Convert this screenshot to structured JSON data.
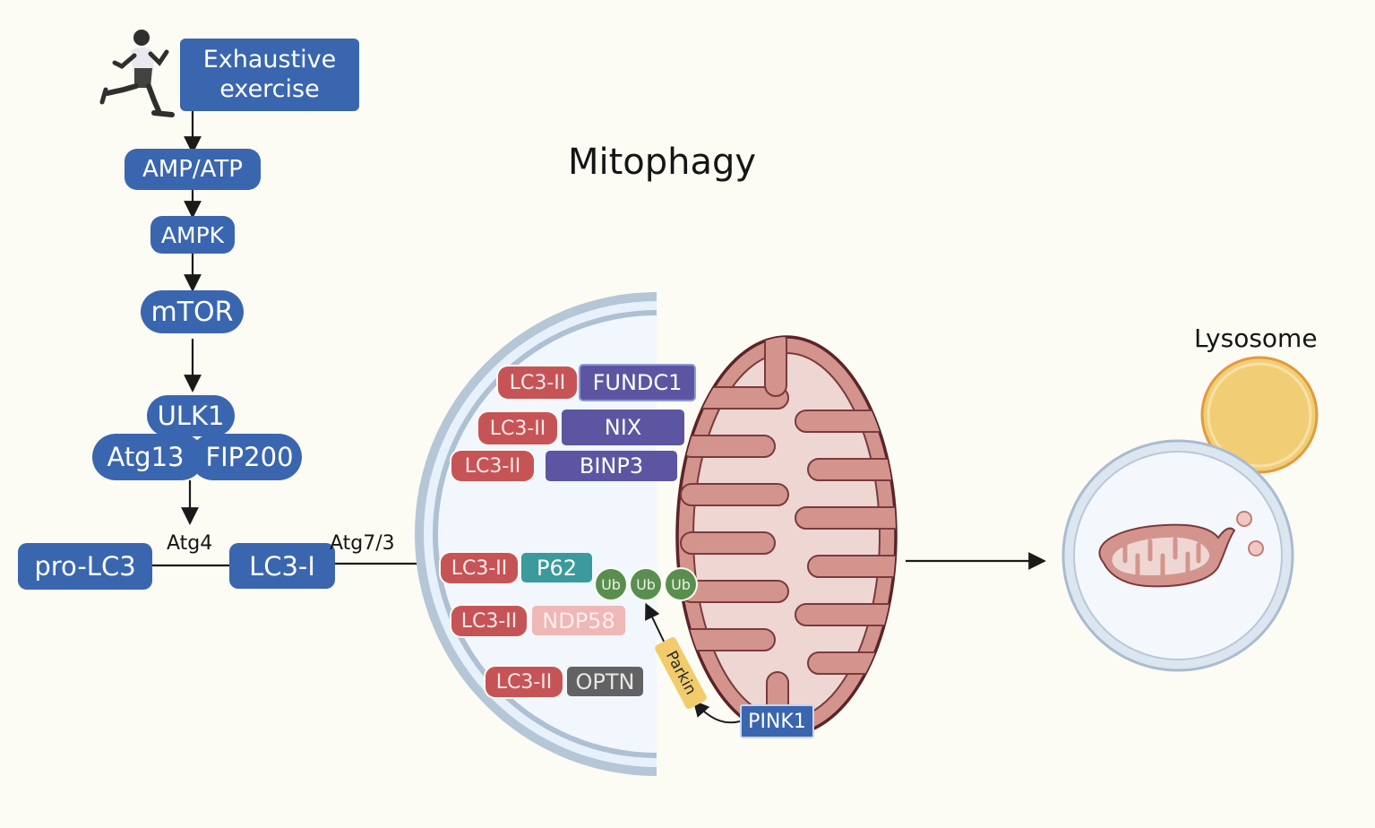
{
  "title": "Mitophagy",
  "pathway": {
    "exercise": "Exhaustive exercise",
    "amp_atp": "AMP/ATP",
    "ampk": "AMPK",
    "mtor": "mTOR",
    "ulk1": "ULK1",
    "atg13": "Atg13",
    "fip200": "FIP200",
    "pro_lc3": "pro-LC3",
    "atg4": "Atg4",
    "lc3_i": "LC3-I",
    "atg7_3": "Atg7/3"
  },
  "receptors": {
    "lc3_ii": "LC3-II",
    "fundc1": "FUNDC1",
    "nix": "NIX",
    "binp3": "BINP3",
    "p62": "P62",
    "ndp58": "NDP58",
    "optn": "OPTN",
    "ub": "Ub",
    "parkin": "Parkin",
    "pink1": "PINK1"
  },
  "lysosome": {
    "label": "Lysosome"
  },
  "colors": {
    "pathway_blue": "#3a66b0",
    "lc3_red": "#c65456",
    "receptor_purple": "#5c56a2",
    "p62_teal": "#3b9a9b",
    "ndp58_pink": "#f0b7b7",
    "optn_gray": "#626262",
    "ub_green": "#5a8e4f",
    "parkin_yellow": "#f2cc6c",
    "mitochondrion": "#d4948e",
    "lysosome": "#f1ce75"
  }
}
